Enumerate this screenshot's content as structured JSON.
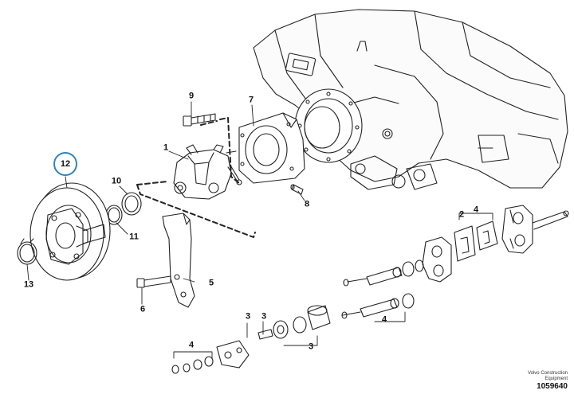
{
  "diagram": {
    "callouts": {
      "c1": "1",
      "c2": "2",
      "c3a": "3",
      "c3b": "3",
      "c3c": "3",
      "c4a": "4",
      "c4b": "4",
      "c4c": "4",
      "c5": "5",
      "c6": "6",
      "c7": "7",
      "c8": "8",
      "c9": "9",
      "c10": "10",
      "c11": "11",
      "c12": "12",
      "c13": "13"
    },
    "highlighted_callout": "12",
    "brand_line1": "Volvo Construction",
    "brand_line2": "Equipment",
    "drawing_number": "1059640",
    "highlight_color": "#2f86b9",
    "line_color": "#222222"
  }
}
